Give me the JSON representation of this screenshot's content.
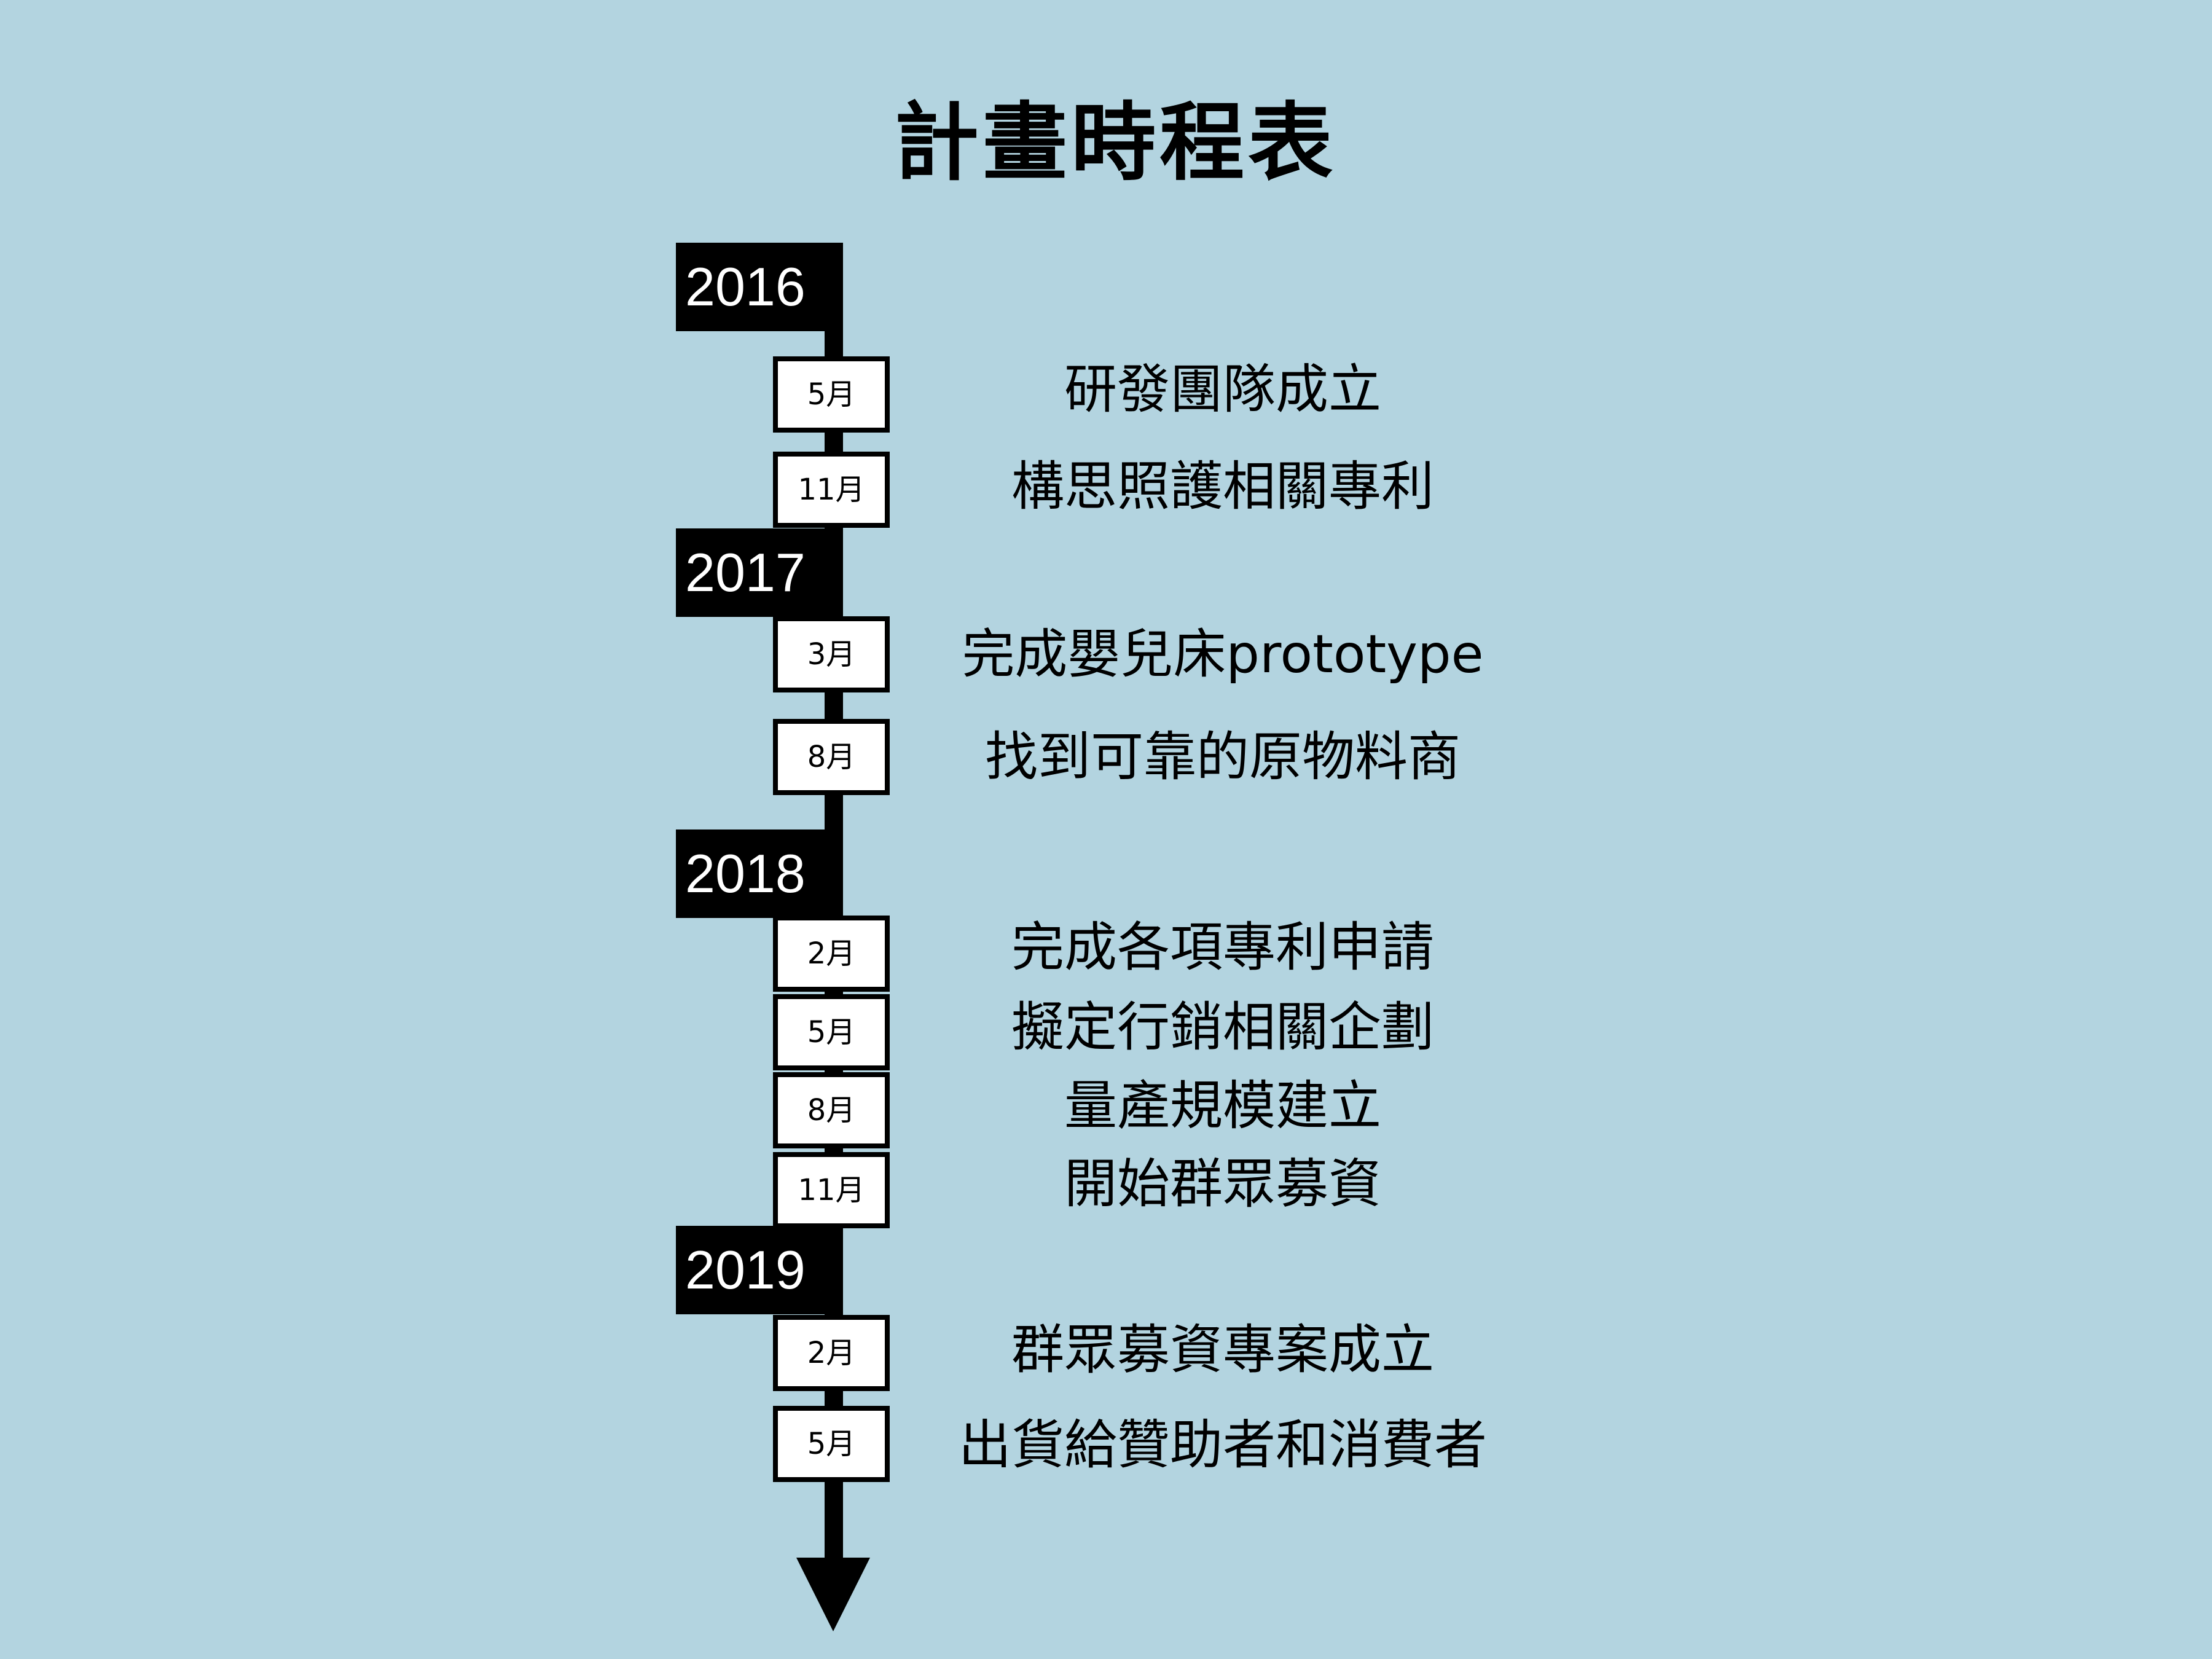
{
  "title": "計畫時程表",
  "years": [
    {
      "label": "2016"
    },
    {
      "label": "2017"
    },
    {
      "label": "2018"
    },
    {
      "label": "2019"
    }
  ],
  "events": [
    {
      "month": "5月",
      "text": "研發團隊成立"
    },
    {
      "month": "11月",
      "text": "構思照護相關專利"
    },
    {
      "month": "3月",
      "text": "完成嬰兒床prototype"
    },
    {
      "month": "8月",
      "text": "找到可靠的原物料商"
    },
    {
      "month": "2月",
      "text": "完成各項專利申請"
    },
    {
      "month": "5月",
      "text": "擬定行銷相關企劃"
    },
    {
      "month": "8月",
      "text": "量產規模建立"
    },
    {
      "month": "11月",
      "text": "開始群眾募資"
    },
    {
      "month": "2月",
      "text": "群眾募資專案成立"
    },
    {
      "month": "5月",
      "text": "出貨給贊助者和消費者"
    }
  ]
}
